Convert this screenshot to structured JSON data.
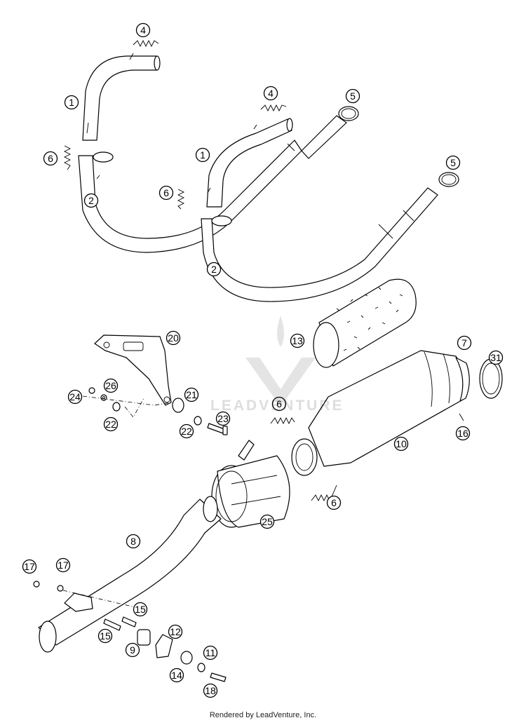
{
  "watermark": {
    "text": "LEADVENTURE"
  },
  "footer": {
    "text": "Rendered by LeadVenture, Inc."
  },
  "callouts": [
    {
      "id": "c4a",
      "label": "4"
    },
    {
      "id": "c1a",
      "label": "1"
    },
    {
      "id": "c6a",
      "label": "6"
    },
    {
      "id": "c2a",
      "label": "2"
    },
    {
      "id": "c4b",
      "label": "4"
    },
    {
      "id": "c5a",
      "label": "5"
    },
    {
      "id": "c1b",
      "label": "1"
    },
    {
      "id": "c6b",
      "label": "6"
    },
    {
      "id": "c5b",
      "label": "5"
    },
    {
      "id": "c2b",
      "label": "2"
    },
    {
      "id": "c13",
      "label": "13"
    },
    {
      "id": "c20",
      "label": "20"
    },
    {
      "id": "c7",
      "label": "7"
    },
    {
      "id": "c31",
      "label": "31"
    },
    {
      "id": "c26",
      "label": "26"
    },
    {
      "id": "c24",
      "label": "24"
    },
    {
      "id": "c21",
      "label": "21"
    },
    {
      "id": "c6c",
      "label": "6"
    },
    {
      "id": "c22a",
      "label": "22"
    },
    {
      "id": "c23",
      "label": "23"
    },
    {
      "id": "c22b",
      "label": "22"
    },
    {
      "id": "c16",
      "label": "16"
    },
    {
      "id": "c10",
      "label": "10"
    },
    {
      "id": "c6d",
      "label": "6"
    },
    {
      "id": "c25",
      "label": "25"
    },
    {
      "id": "c8",
      "label": "8"
    },
    {
      "id": "c17a",
      "label": "17"
    },
    {
      "id": "c17b",
      "label": "17"
    },
    {
      "id": "c15a",
      "label": "15"
    },
    {
      "id": "c15b",
      "label": "15"
    },
    {
      "id": "c12",
      "label": "12"
    },
    {
      "id": "c9",
      "label": "9"
    },
    {
      "id": "c11",
      "label": "11"
    },
    {
      "id": "c14",
      "label": "14"
    },
    {
      "id": "c18",
      "label": "18"
    }
  ]
}
